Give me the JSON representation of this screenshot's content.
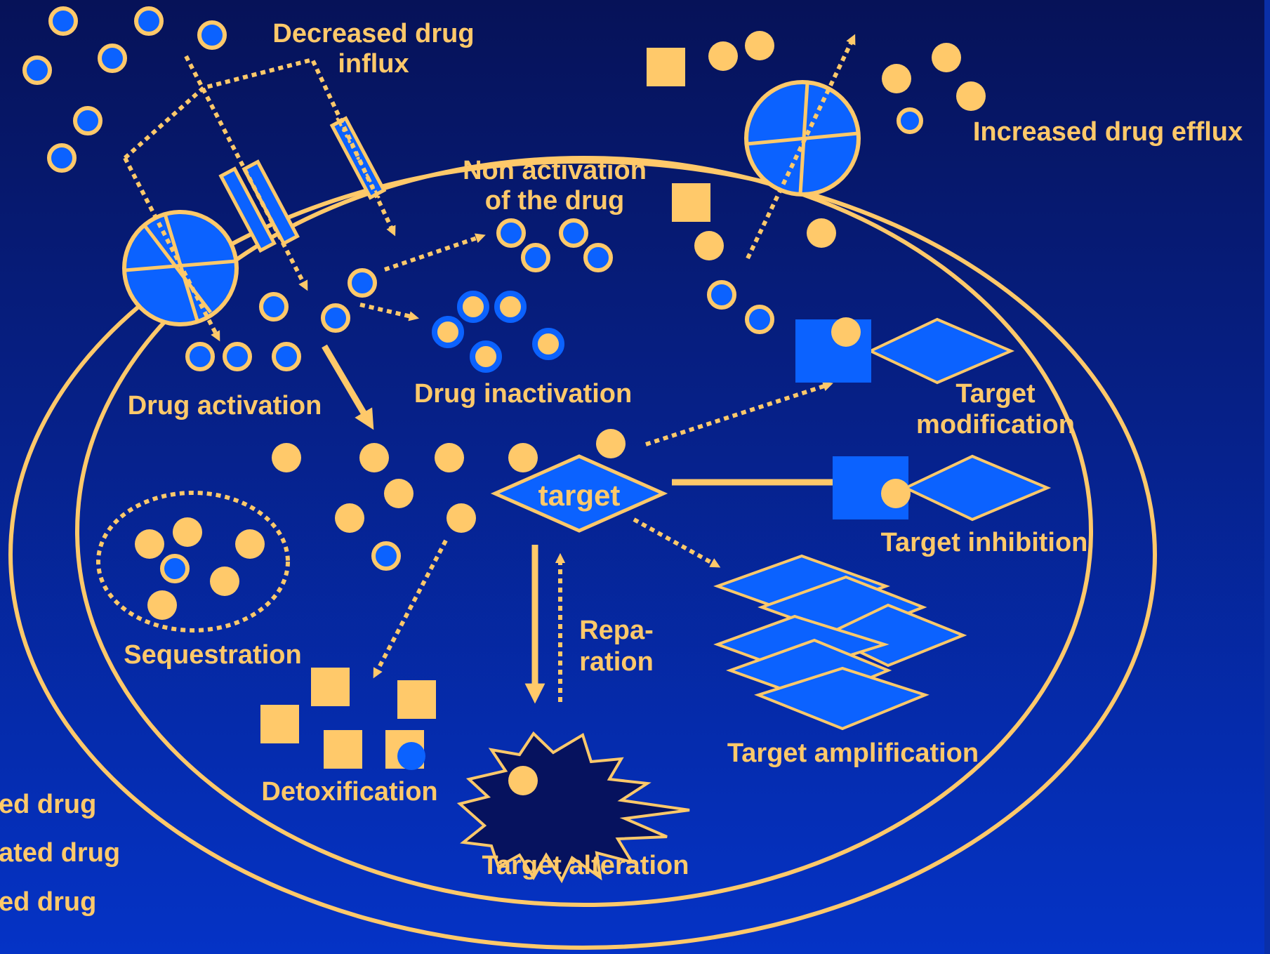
{
  "colors": {
    "background_top": "#061258",
    "background_bottom": "#0533c6",
    "accent": "#ffc96a",
    "blue": "#0b62ff"
  },
  "labels": {
    "decreased_influx_1": "Decreased drug",
    "decreased_influx_2": "influx",
    "increased_efflux": "Increased drug efflux",
    "non_activation_1": "Non activation",
    "non_activation_2": "of the drug",
    "drug_activation": "Drug activation",
    "drug_inactivation": "Drug inactivation",
    "target_modification_1": "Target",
    "target_modification_2": "modification",
    "target": "target",
    "target_inhibition": "Target inhibition",
    "sequestration": "Sequestration",
    "reparation_1": "Repa-",
    "reparation_2": "ration",
    "detoxification": "Detoxification",
    "target_amplification": "Target amplification",
    "target_alteration": "Target alteration"
  },
  "legend": [
    "ed drug",
    "ated drug",
    "ed drug"
  ]
}
